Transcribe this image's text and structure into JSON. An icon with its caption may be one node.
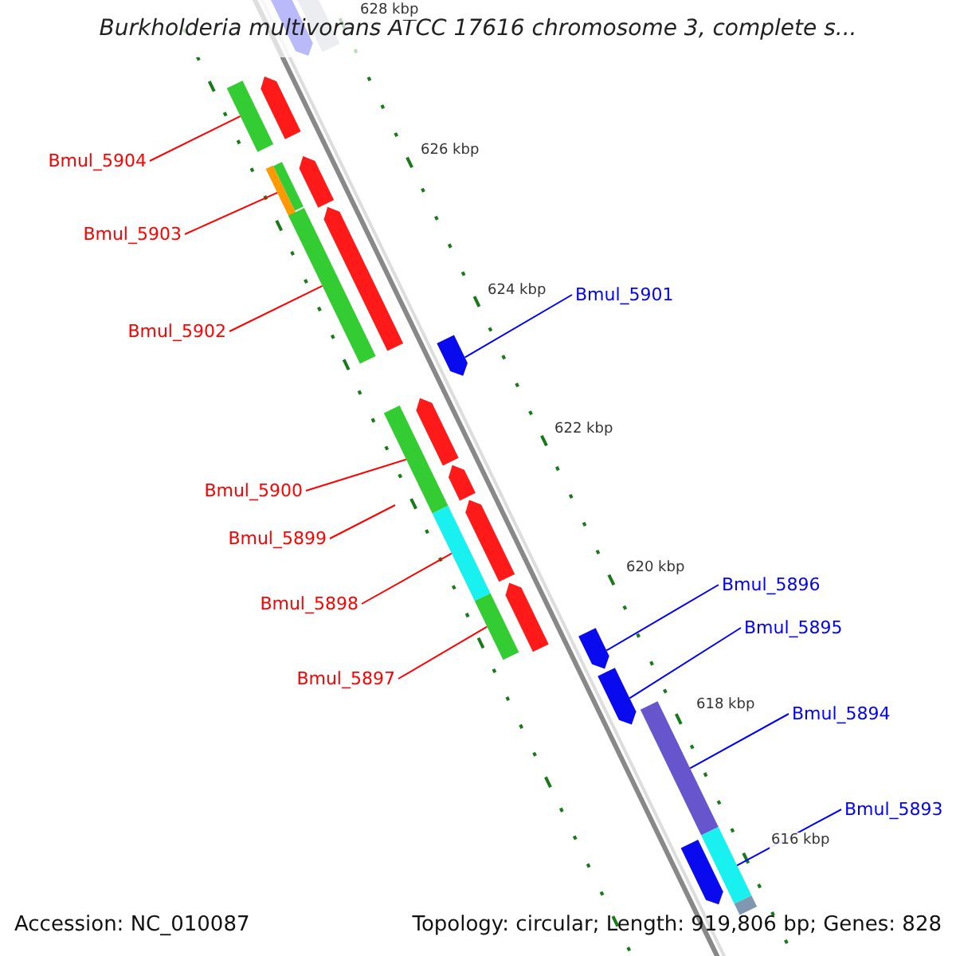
{
  "diagram": {
    "title": "Burkholderia multivorans ATCC 17616 chromosome 3, complete s...",
    "nodes": [
      {
        "text": [
          "Bmul_5904"
        ]
      },
      {
        "text": [
          "Bmul_5903"
        ]
      },
      {
        "text": [
          "Bmul_5901"
        ]
      },
      {
        "text": [
          "Bmul_5902"
        ]
      },
      {
        "text": [
          "Bmul_5900"
        ]
      },
      {
        "text": [
          "Bmul_5899"
        ]
      },
      {
        "text": [
          "Bmul_5896"
        ]
      },
      {
        "text": [
          "Bmul_5898"
        ]
      },
      {
        "text": [
          "Bmul_5895"
        ]
      },
      {
        "text": [
          "Bmul_5897"
        ]
      },
      {
        "text": [
          "Bmul_5894"
        ]
      },
      {
        "text": [
          "Bmul_5893"
        ]
      },
      {
        "text": [],
        "shape": "bar"
      },
      {
        "text": [],
        "shape": "bar"
      },
      {
        "text": [],
        "shape": "bar"
      },
      {
        "text": [],
        "shape": "bar"
      },
      {
        "text": [],
        "shape": "bar"
      },
      {
        "text": [],
        "shape": "bar"
      },
      {
        "text": [],
        "shape": "bar"
      },
      {
        "text": [],
        "shape": "bar"
      },
      {
        "text": [],
        "shape": "bar"
      },
      {
        "text": [],
        "shape": "bar"
      },
      {
        "text": [],
        "shape": "bar"
      },
      {
        "text": [],
        "shape": "bar"
      },
      {
        "text": [],
        "shape": "bar"
      },
      {
        "text": [],
        "shape": "bar"
      },
      {
        "text": [],
        "shape": "bar"
      },
      {
        "text": [],
        "shape": "bar"
      },
      {
        "text": [],
        "shape": "bar"
      },
      {
        "text": [],
        "shape": "bar"
      },
      {
        "text": [],
        "shape": "bar"
      },
      {
        "text": [],
        "shape": "bar"
      },
      {
        "text": [],
        "shape": "bar"
      },
      {
        "text": [],
        "shape": "bar"
      },
      {
        "text": [],
        "shape": "bar"
      }
    ],
    "edges": [
      {
        "from": 0,
        "to": 12,
        "arrow": "none"
      },
      {
        "from": 1,
        "to": 13,
        "arrow": "none"
      },
      {
        "from": 2,
        "to": 15,
        "arrow": "none",
        "color": "#0000ff"
      },
      {
        "from": 3,
        "to": 14,
        "arrow": "none"
      },
      {
        "from": 4,
        "to": 16,
        "arrow": "none"
      },
      {
        "from": 5,
        "to": null,
        "arrow": "none"
      },
      {
        "from": 6,
        "to": 19,
        "arrow": "none",
        "color": "#0000ff"
      },
      {
        "from": 7,
        "to": 17,
        "arrow": "none"
      },
      {
        "from": 8,
        "to": 20,
        "arrow": "none",
        "color": "#0000ff"
      },
      {
        "from": 9,
        "to": 18,
        "arrow": "none"
      },
      {
        "from": 10,
        "to": 21,
        "arrow": "none",
        "color": "#0000ff"
      },
      {
        "from": 11,
        "to": 22,
        "arrow": "none",
        "color": "#0000ff"
      }
    ],
    "labels": [
      "628 kbp",
      "626 kbp",
      "624 kbp",
      "622 kbp",
      "620 kbp",
      "618 kbp",
      "616 kbp",
      "Accession: NC_010087",
      "Topology: circular; Length: 919,806 bp; Genes: 828"
    ]
  }
}
